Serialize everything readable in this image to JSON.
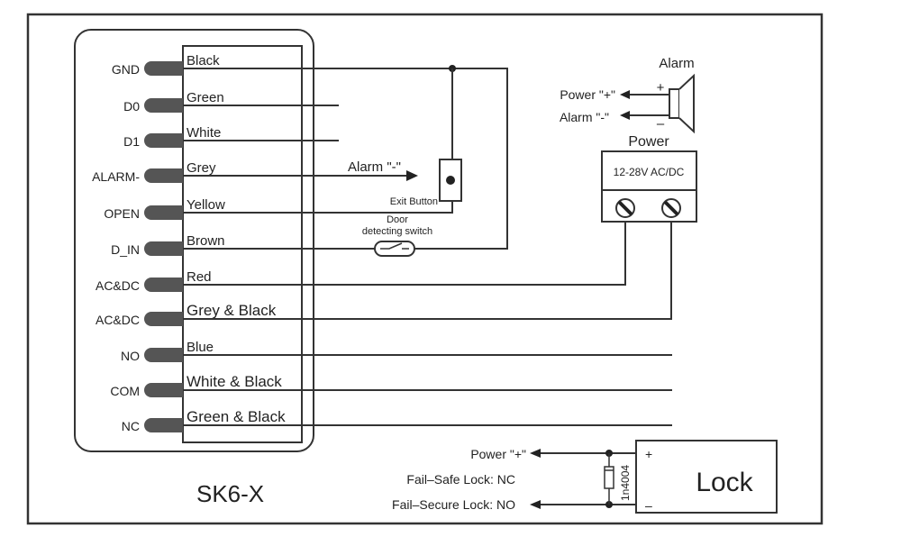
{
  "device": {
    "model": "SK6-X",
    "pins": [
      {
        "pin": "GND",
        "wire": "Black"
      },
      {
        "pin": "D0",
        "wire": "Green"
      },
      {
        "pin": "D1",
        "wire": "White"
      },
      {
        "pin": "ALARM-",
        "wire": "Grey"
      },
      {
        "pin": "OPEN",
        "wire": "Yellow"
      },
      {
        "pin": "D_IN",
        "wire": "Brown"
      },
      {
        "pin": "AC&DC",
        "wire": "Red"
      },
      {
        "pin": "AC&DC",
        "wire": "Grey & Black"
      },
      {
        "pin": "NO",
        "wire": "Blue"
      },
      {
        "pin": "COM",
        "wire": "White & Black"
      },
      {
        "pin": "NC",
        "wire": "Green & Black"
      }
    ]
  },
  "alarm_section": {
    "grey_wire_label": "Alarm \"-\"",
    "alarm_title": "Alarm",
    "power_plus_label": "Power \"+\"",
    "alarm_minus_label": "Alarm \"-\"",
    "plus_sign": "+",
    "minus_sign": "–"
  },
  "exit_button": {
    "label": "Exit Button"
  },
  "door_switch": {
    "label_line1": "Door",
    "label_line2": "detecting switch"
  },
  "power_supply": {
    "title": "Power",
    "spec": "12-28V AC/DC"
  },
  "lock_section": {
    "power_plus_label": "Power \"+\"",
    "fail_safe_label": "Fail–Safe Lock: NC",
    "fail_secure_label": "Fail–Secure Lock: NO",
    "diode_label": "1n4004",
    "lock_label": "Lock",
    "plus_sign": "+",
    "minus_sign": "–"
  }
}
